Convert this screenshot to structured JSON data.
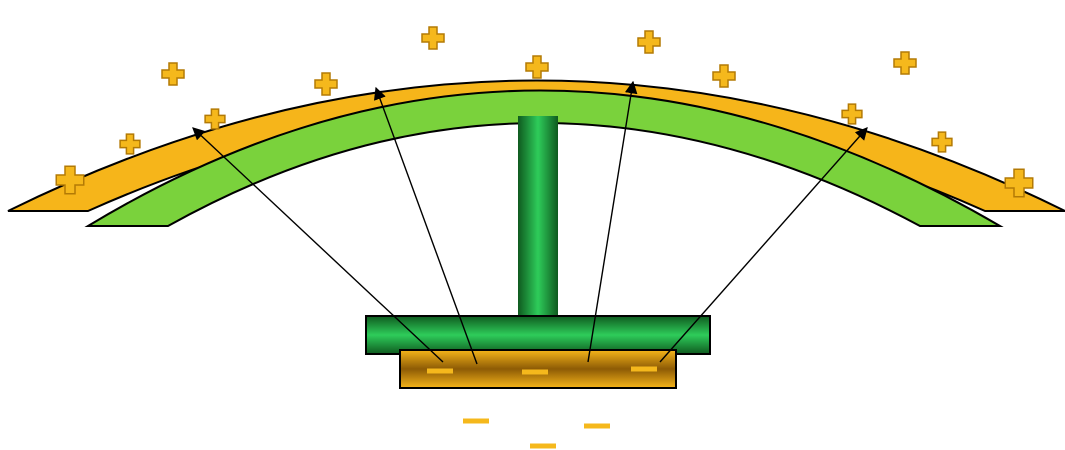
{
  "colors": {
    "background": "#ffffff",
    "gold_light": "#f6b51a",
    "gold_dark": "#8d5b05",
    "green_light": "#7ad23c",
    "green_dark": "#1a6b26",
    "stem_light": "#2ecc5a",
    "stem_dark": "#0f5a1f",
    "outline": "#000000",
    "arrow": "#000000",
    "charge_fill": "#f5b81c",
    "charge_stroke": "#b37a05"
  },
  "positive_charge_icons": [
    {
      "name": "positive-charge-icon"
    },
    {
      "name": "positive-charge-icon"
    },
    {
      "name": "positive-charge-icon"
    },
    {
      "name": "positive-charge-icon"
    },
    {
      "name": "positive-charge-icon"
    },
    {
      "name": "positive-charge-icon"
    },
    {
      "name": "positive-charge-icon"
    },
    {
      "name": "positive-charge-icon"
    },
    {
      "name": "positive-charge-icon"
    },
    {
      "name": "positive-charge-icon"
    },
    {
      "name": "positive-charge-icon"
    },
    {
      "name": "positive-charge-icon"
    },
    {
      "name": "positive-charge-icon"
    }
  ],
  "negative_charge_icons": [
    {
      "name": "negative-charge-icon"
    },
    {
      "name": "negative-charge-icon"
    },
    {
      "name": "negative-charge-icon"
    },
    {
      "name": "negative-charge-icon"
    },
    {
      "name": "negative-charge-icon"
    },
    {
      "name": "negative-charge-icon"
    }
  ],
  "field_arrows": [
    {
      "name": "field-line-arrow"
    },
    {
      "name": "field-line-arrow"
    },
    {
      "name": "field-line-arrow"
    },
    {
      "name": "field-line-arrow"
    }
  ]
}
